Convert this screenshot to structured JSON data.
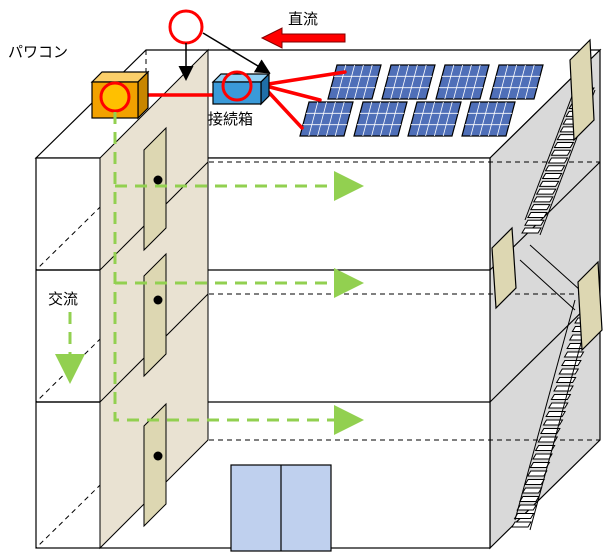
{
  "labels": {
    "power_conditioner": "パワコン",
    "junction_box": "接続箱",
    "direct_current": "直流",
    "alternating_current": "交流"
  },
  "colors": {
    "wall_beige": "#e9e2d2",
    "wall_gray": "#d9d9d9",
    "door": "#ddd7b2",
    "entrance_glass": "#bfd0ee",
    "pv_panel": "#4f6fb8",
    "junction_box": "#3a9ad9",
    "power_conditioner": "#f2a100",
    "wire_red": "#ff0000",
    "ac_dashed_green": "#92d050",
    "circle_marker": "#ff0000"
  },
  "icons": {
    "arrow_dc": "left-arrow-icon",
    "arrow_ac": "dashed-arrow-icon"
  }
}
